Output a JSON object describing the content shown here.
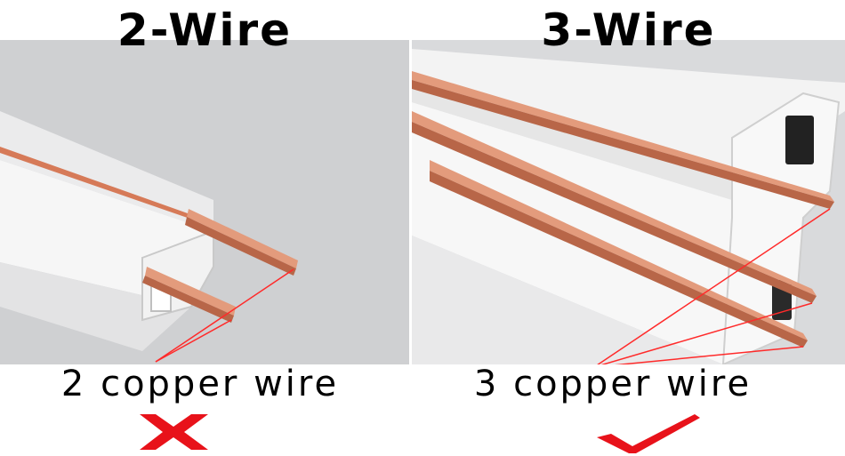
{
  "left": {
    "heading": "2-Wire",
    "caption": "2 copper wire",
    "mark_icon": "red-x-icon"
  },
  "right": {
    "heading": "3-Wire",
    "caption": "3 copper wire",
    "mark_icon": "red-check-icon"
  },
  "colors": {
    "left_background": "#cfd0d2",
    "right_background": "#d9dadc",
    "track_white": "#f4f4f4",
    "copper": "#d98a6a",
    "pointer_red": "#ff2a2a",
    "mark_red": "#e8121a"
  }
}
